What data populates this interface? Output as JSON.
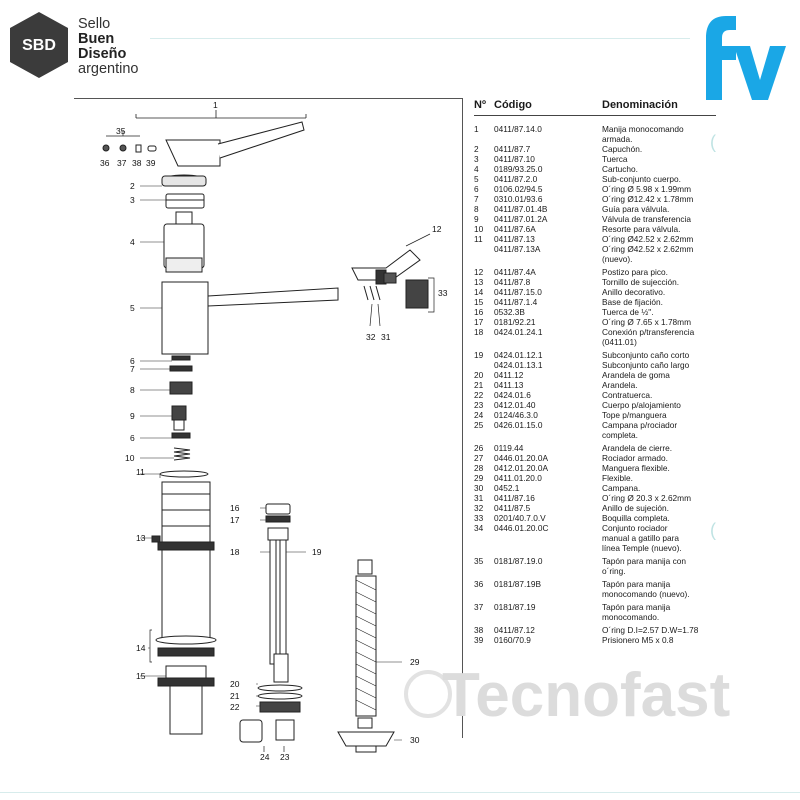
{
  "brand": {
    "sbd": {
      "badge": "SBD",
      "lines": [
        "Sello",
        "Buen",
        "Diseño",
        "argentino"
      ]
    },
    "fv": {
      "logo": "fv"
    },
    "watermark": "Tecnofast"
  },
  "colors": {
    "fv_blue": "#1aa7e6",
    "sbd_dark": "#3b3b3b",
    "watermark_grey": "#dcdcdc",
    "rule_teal": "#d7ecec"
  },
  "table": {
    "headers": {
      "num": "Nº",
      "code": "Código",
      "name": "Denominación"
    },
    "rows": [
      {
        "n": "1",
        "c": "0411/87.14.0",
        "d": "Manija monocomando\narmada."
      },
      {
        "n": "2",
        "c": "0411/87.7",
        "d": "Capuchón."
      },
      {
        "n": "3",
        "c": "0411/87.10",
        "d": "Tuerca"
      },
      {
        "n": "4",
        "c": "0189/93.25.0",
        "d": "Cartucho."
      },
      {
        "n": "5",
        "c": "0411/87.2.0",
        "d": "Sub-conjunto cuerpo."
      },
      {
        "n": "6",
        "c": "0106.02/94.5",
        "d": "O´ring Ø 5.98 x 1.99mm"
      },
      {
        "n": "7",
        "c": "0310.01/93.6",
        "d": "O´ring Ø12.42 x 1.78mm"
      },
      {
        "n": "8",
        "c": "0411/87.01.4B",
        "d": "Guía para válvula."
      },
      {
        "n": "9",
        "c": "0411/87.01.2A",
        "d": "Válvula de transferencia"
      },
      {
        "n": "10",
        "c": "0411/87.6A",
        "d": "Resorte para válvula."
      },
      {
        "n": "11",
        "c": "0411/87.13\n0411/87.13A",
        "d": "O´ring Ø42.52 x 2.62mm\nO´ring Ø42.52 x 2.62mm\n(nuevo)."
      },
      {
        "n": "12",
        "c": "0411/87.4A",
        "d": "Postizo para pico."
      },
      {
        "n": "13",
        "c": "0411/87.8",
        "d": "Tornillo de sujección."
      },
      {
        "n": "14",
        "c": "0411/87.15.0",
        "d": "Anillo decorativo."
      },
      {
        "n": "15",
        "c": "0411/87.1.4",
        "d": "Base de fijación."
      },
      {
        "n": "16",
        "c": "0532.3B",
        "d": "Tuerca de ½\"."
      },
      {
        "n": "17",
        "c": "0181/92.21",
        "d": "O´ring Ø 7.65 x 1.78mm"
      },
      {
        "n": "18",
        "c": "0424.01.24.1",
        "d": "Conexión p/transferencia\n(0411.01)"
      },
      {
        "n": "19",
        "c": "0424.01.12.1\n0424.01.13.1",
        "d": "Subconjunto caño corto\nSubconjunto caño largo"
      },
      {
        "n": "20",
        "c": "0411.12",
        "d": "Arandela de goma"
      },
      {
        "n": "21",
        "c": "0411.13",
        "d": "Arandela."
      },
      {
        "n": "22",
        "c": "0424.01.6",
        "d": "Contratuerca."
      },
      {
        "n": "23",
        "c": "0412.01.40",
        "d": "Cuerpo p/alojamiento"
      },
      {
        "n": "24",
        "c": "0124/46.3.0",
        "d": "Tope p/manguera"
      },
      {
        "n": "25",
        "c": "0426.01.15.0",
        "d": "Campana p/rociador\ncompleta."
      },
      {
        "n": "26",
        "c": "0119.44",
        "d": "Arandela de cierre."
      },
      {
        "n": "27",
        "c": "0446.01.20.0A",
        "d": "Rociador armado."
      },
      {
        "n": "28",
        "c": "0412.01.20.0A",
        "d": "Manguera flexible."
      },
      {
        "n": "29",
        "c": "0411.01.20.0",
        "d": "Flexible."
      },
      {
        "n": "30",
        "c": "0452.1",
        "d": "Campana."
      },
      {
        "n": "31",
        "c": "0411/87.16",
        "d": "O´ring Ø 20.3 x 2.62mm"
      },
      {
        "n": "32",
        "c": "0411/87.5",
        "d": "Anillo de sujeción."
      },
      {
        "n": "33",
        "c": "0201/40.7.0.V",
        "d": "Boquilla completa."
      },
      {
        "n": "34",
        "c": "0446.01.20.0C",
        "d": "Conjunto rociador\nmanual a gatillo para\nlínea Temple (nuevo)."
      },
      {
        "n": "35",
        "c": "0181/87.19.0",
        "d": "Tapón para manija con\no´ring."
      },
      {
        "n": "36",
        "c": "0181/87.19B",
        "d": "Tapón para manija\nmonocomando (nuevo)."
      },
      {
        "n": "37",
        "c": "0181/87.19",
        "d": "Tapón para manija\nmonocomando."
      },
      {
        "n": "38",
        "c": "0411/87.12",
        "d": "O´ring D.I=2.57 D.W=1.78"
      },
      {
        "n": "39",
        "c": "0160/70.9",
        "d": "Prisionero M5 x 0.8"
      }
    ]
  },
  "diagram": {
    "callouts": [
      "1",
      "2",
      "3",
      "4",
      "5",
      "6",
      "7",
      "8",
      "9",
      "6",
      "10",
      "11",
      "13",
      "14",
      "15",
      "16",
      "17",
      "18",
      "19",
      "20",
      "21",
      "22",
      "24",
      "23",
      "12",
      "33",
      "32",
      "31",
      "35",
      "36",
      "37",
      "38",
      "39",
      "29",
      "30"
    ]
  }
}
